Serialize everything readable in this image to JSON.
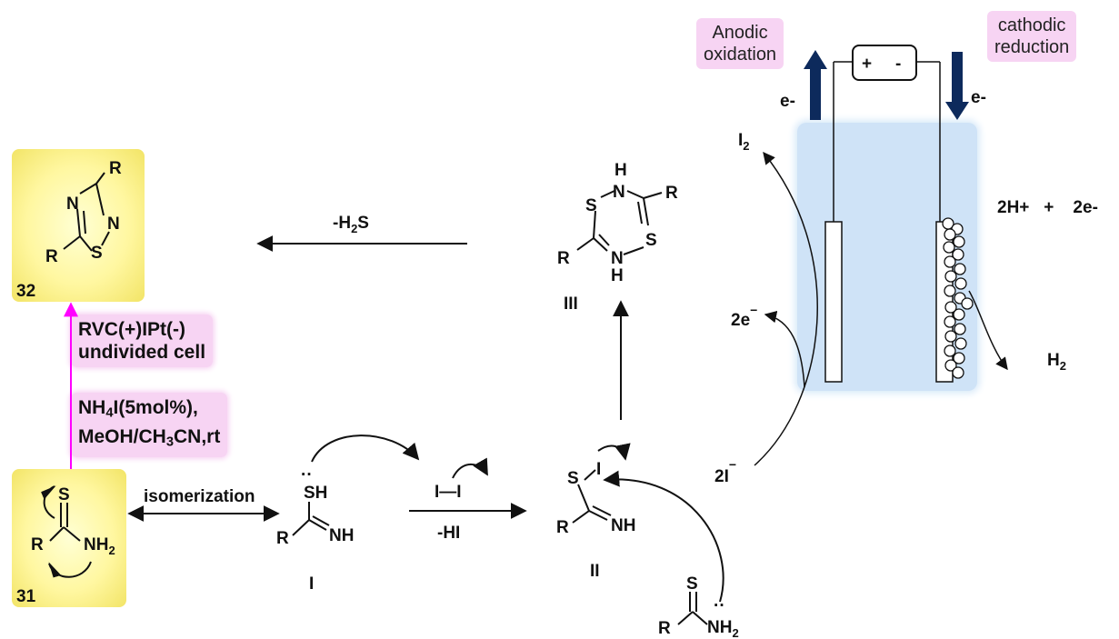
{
  "compounds": {
    "c32": {
      "id": "32",
      "r_top": "R",
      "r_left": "R",
      "n1": "N",
      "n2": "N",
      "s": "S"
    },
    "c31": {
      "id": "31",
      "s": "S",
      "r": "R",
      "nh2": "NH2"
    },
    "cI": {
      "id": "I",
      "sh": "SH",
      "lone_pair": "··",
      "r": "R",
      "nh": "NH"
    },
    "cII": {
      "id": "II",
      "s": "S",
      "i": "I",
      "r": "R",
      "nh": "NH"
    },
    "cIII": {
      "id": "III",
      "h_top": "H",
      "n_top": "N",
      "s_left": "S",
      "s_right": "S",
      "r_right": "R",
      "r_left": "R",
      "n_bottom": "N",
      "h_bottom": "H"
    },
    "thioamide": {
      "s": "S",
      "r": "R",
      "nh2": "NH2",
      "lone_pair": "··"
    }
  },
  "reagents": {
    "i_i": "I—I",
    "minus_hi": "-HI",
    "minus_h2s": "-H2S",
    "isomerization": "isomerization"
  },
  "conditions": {
    "electrodes_line1": "RVC(+)IPt(-)",
    "electrodes_line2": "undivided cell",
    "additive_line1": "NH4I(5mol%),",
    "additive_line2": "MeOH/CH3CN,rt"
  },
  "cell": {
    "anodic_line1": "Anodic",
    "anodic_line2": "oxidation",
    "cathodic_line1": "cathodic",
    "cathodic_line2": "reduction",
    "plus": "+",
    "minus": "-",
    "e_left": "e-",
    "e_right": "e-",
    "i2": "I2",
    "two_e": "2e",
    "two_i": "2I",
    "proton_eq": "2H+   +    2e-",
    "h2": "H2"
  },
  "colors": {
    "pink_box": "#f7d4f3",
    "yellow_box": "#fff7a0",
    "magenta_arrow": "#ff00ff",
    "navy_arrow": "#0d2a5c",
    "cell_blue": "#cfe3f7"
  }
}
